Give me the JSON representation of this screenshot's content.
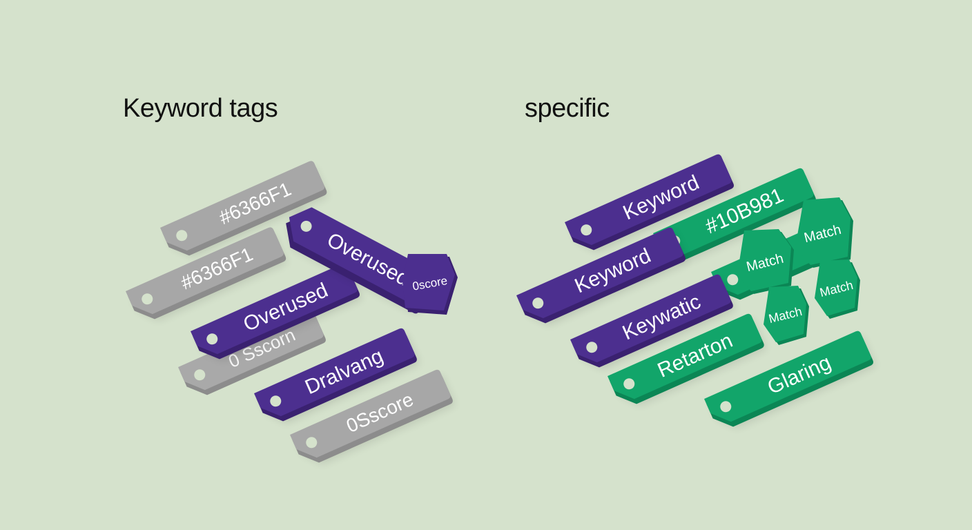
{
  "headings": {
    "left": "Keyword tags",
    "right": "specific"
  },
  "colors": {
    "background": "#d5e2cc",
    "gray": "#a3a3a3",
    "purple": "#4c2f8f",
    "green": "#12a56a"
  },
  "left_tags": [
    {
      "text": "#6366F1",
      "color": "gray"
    },
    {
      "text": "#6366F1",
      "color": "gray"
    },
    {
      "text": "Overused",
      "color": "purple"
    },
    {
      "text": "Overused",
      "color": "purple"
    },
    {
      "text": "0score",
      "color": "purple"
    },
    {
      "text": "0 Sscorn",
      "color": "gray"
    },
    {
      "text": "Dralvang",
      "color": "purple"
    },
    {
      "text": "0Sscore",
      "color": "gray"
    }
  ],
  "right_tags": [
    {
      "text": "Keyword",
      "color": "purple"
    },
    {
      "text": "#10B981",
      "color": "green"
    },
    {
      "text": "Keyword",
      "color": "purple"
    },
    {
      "text": "Keywatic",
      "color": "purple"
    },
    {
      "text": "Retarton",
      "color": "green"
    },
    {
      "text": "Glaring",
      "color": "green"
    }
  ],
  "match_badges": [
    "Match",
    "Match",
    "Match",
    "Match"
  ]
}
